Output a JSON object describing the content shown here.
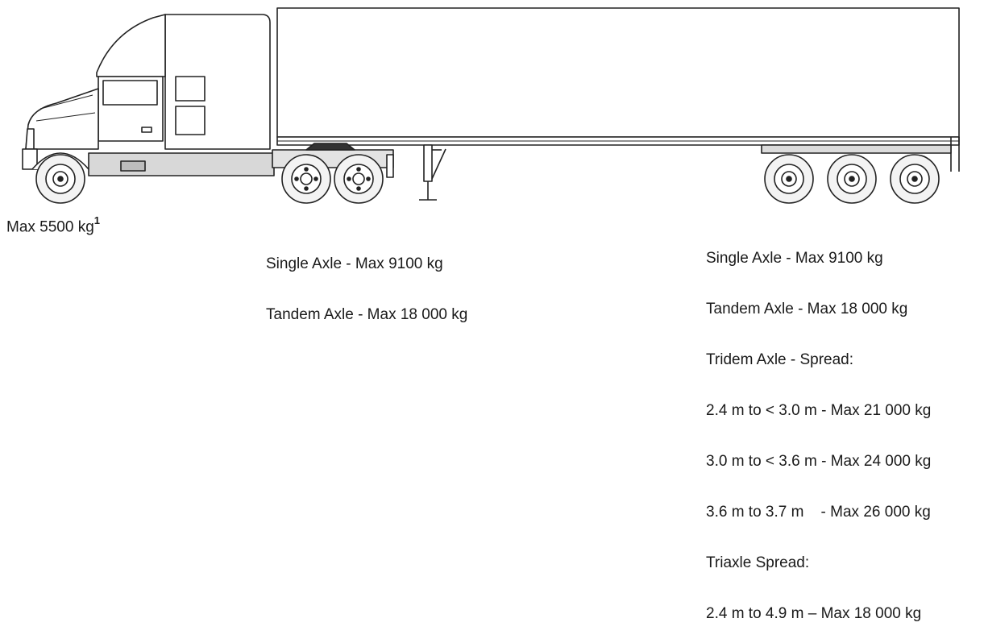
{
  "steer_axle": {
    "label": "Max 5500 kg",
    "footnote": "1"
  },
  "drive_axles": {
    "lines": [
      "Single Axle - Max 9100 kg",
      "Tandem Axle - Max 18 000 kg"
    ]
  },
  "trailer_axles": {
    "lines": [
      "Single Axle - Max 9100 kg",
      "Tandem Axle - Max 18 000 kg",
      "Tridem Axle - Spread:",
      "2.4 m to < 3.0 m - Max 21 000 kg",
      "3.0 m to < 3.6 m - Max 24 000 kg",
      "3.6 m to 3.7 m    - Max 26 000 kg",
      "Triaxle Spread:",
      "2.4 m to 4.9 m – Max 18 000 kg"
    ]
  }
}
